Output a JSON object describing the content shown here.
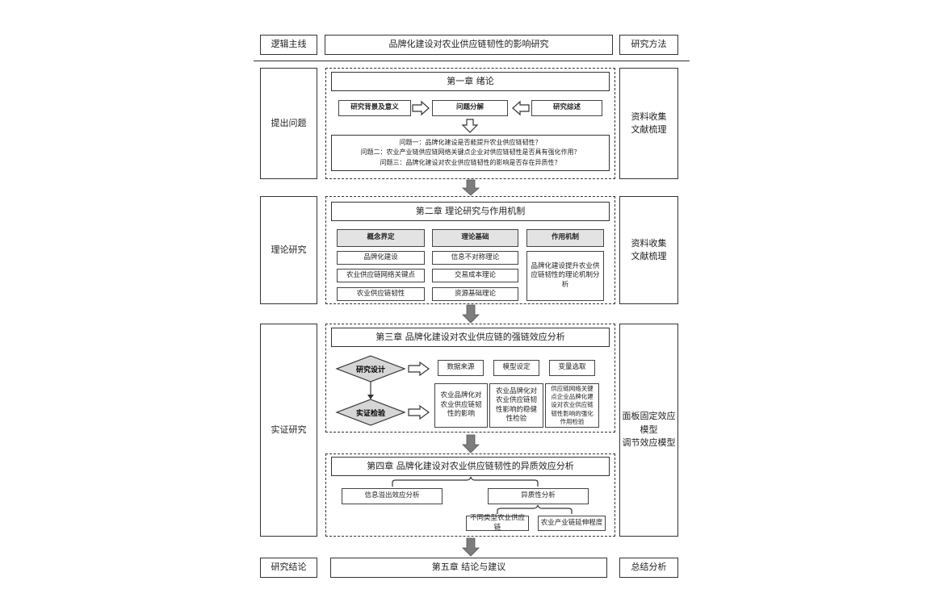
{
  "header": {
    "left": "逻辑主线",
    "title": "品牌化建设对农业供应链韧性的影响研究",
    "right": "研究方法"
  },
  "stages": {
    "s1": "提出问题",
    "s2": "理论研究",
    "s3": "实证研究",
    "s4": "研究结论"
  },
  "methods": {
    "m1": "资料收集\n文献梳理",
    "m2": "资料收集\n文献梳理",
    "m3": "面板固定效应\n模型\n调节效应模型",
    "m4": "总结分析"
  },
  "ch1": {
    "title": "第一章  绪论",
    "left": "研究背景及意义",
    "center": "问题分解",
    "right": "研究综述",
    "questions": [
      "问题一：品牌化建设是否能提升农业供应链韧性？",
      "问题二：农业产业链供应链网络关键点企业对供应链韧性是否具有强化作用？",
      "问题三：品牌化建设对农业供应链韧性的影响是否存在异质性？"
    ]
  },
  "ch2": {
    "title": "第二章  理论研究与作用机制",
    "col1": {
      "head": "概念界定",
      "items": [
        "品牌化建设",
        "农业供应链网络关键点",
        "农业供应链韧性"
      ]
    },
    "col2": {
      "head": "理论基础",
      "items": [
        "信息不对称理论",
        "交易成本理论",
        "资源基础理论"
      ]
    },
    "col3": {
      "head": "作用机制",
      "text": "品牌化建设提升农业供应链韧性的理论机制分析"
    }
  },
  "ch3": {
    "title": "第三章  品牌化建设对农业供应链的强链效应分析",
    "design": "研究设计",
    "test": "实证检验",
    "design_items": [
      "数据来源",
      "模型设定",
      "变量选取"
    ],
    "test_items": [
      "农业品牌化对农业供应链韧性的影响",
      "农业品牌化对农业供应链韧性影响的稳健性检验",
      "供应链网络关键点企业品牌化建设对农业供应链韧性影响的强化作用检验"
    ]
  },
  "ch4": {
    "title": "第四章  品牌化建设对农业供应链韧性的异质效应分析",
    "left": "信息溢出效应分析",
    "right": "异质性分析",
    "sub1": "不同类型农业供应链",
    "sub2": "农业产业链延伸程度"
  },
  "ch5": {
    "title": "第五章  结论与建议"
  }
}
